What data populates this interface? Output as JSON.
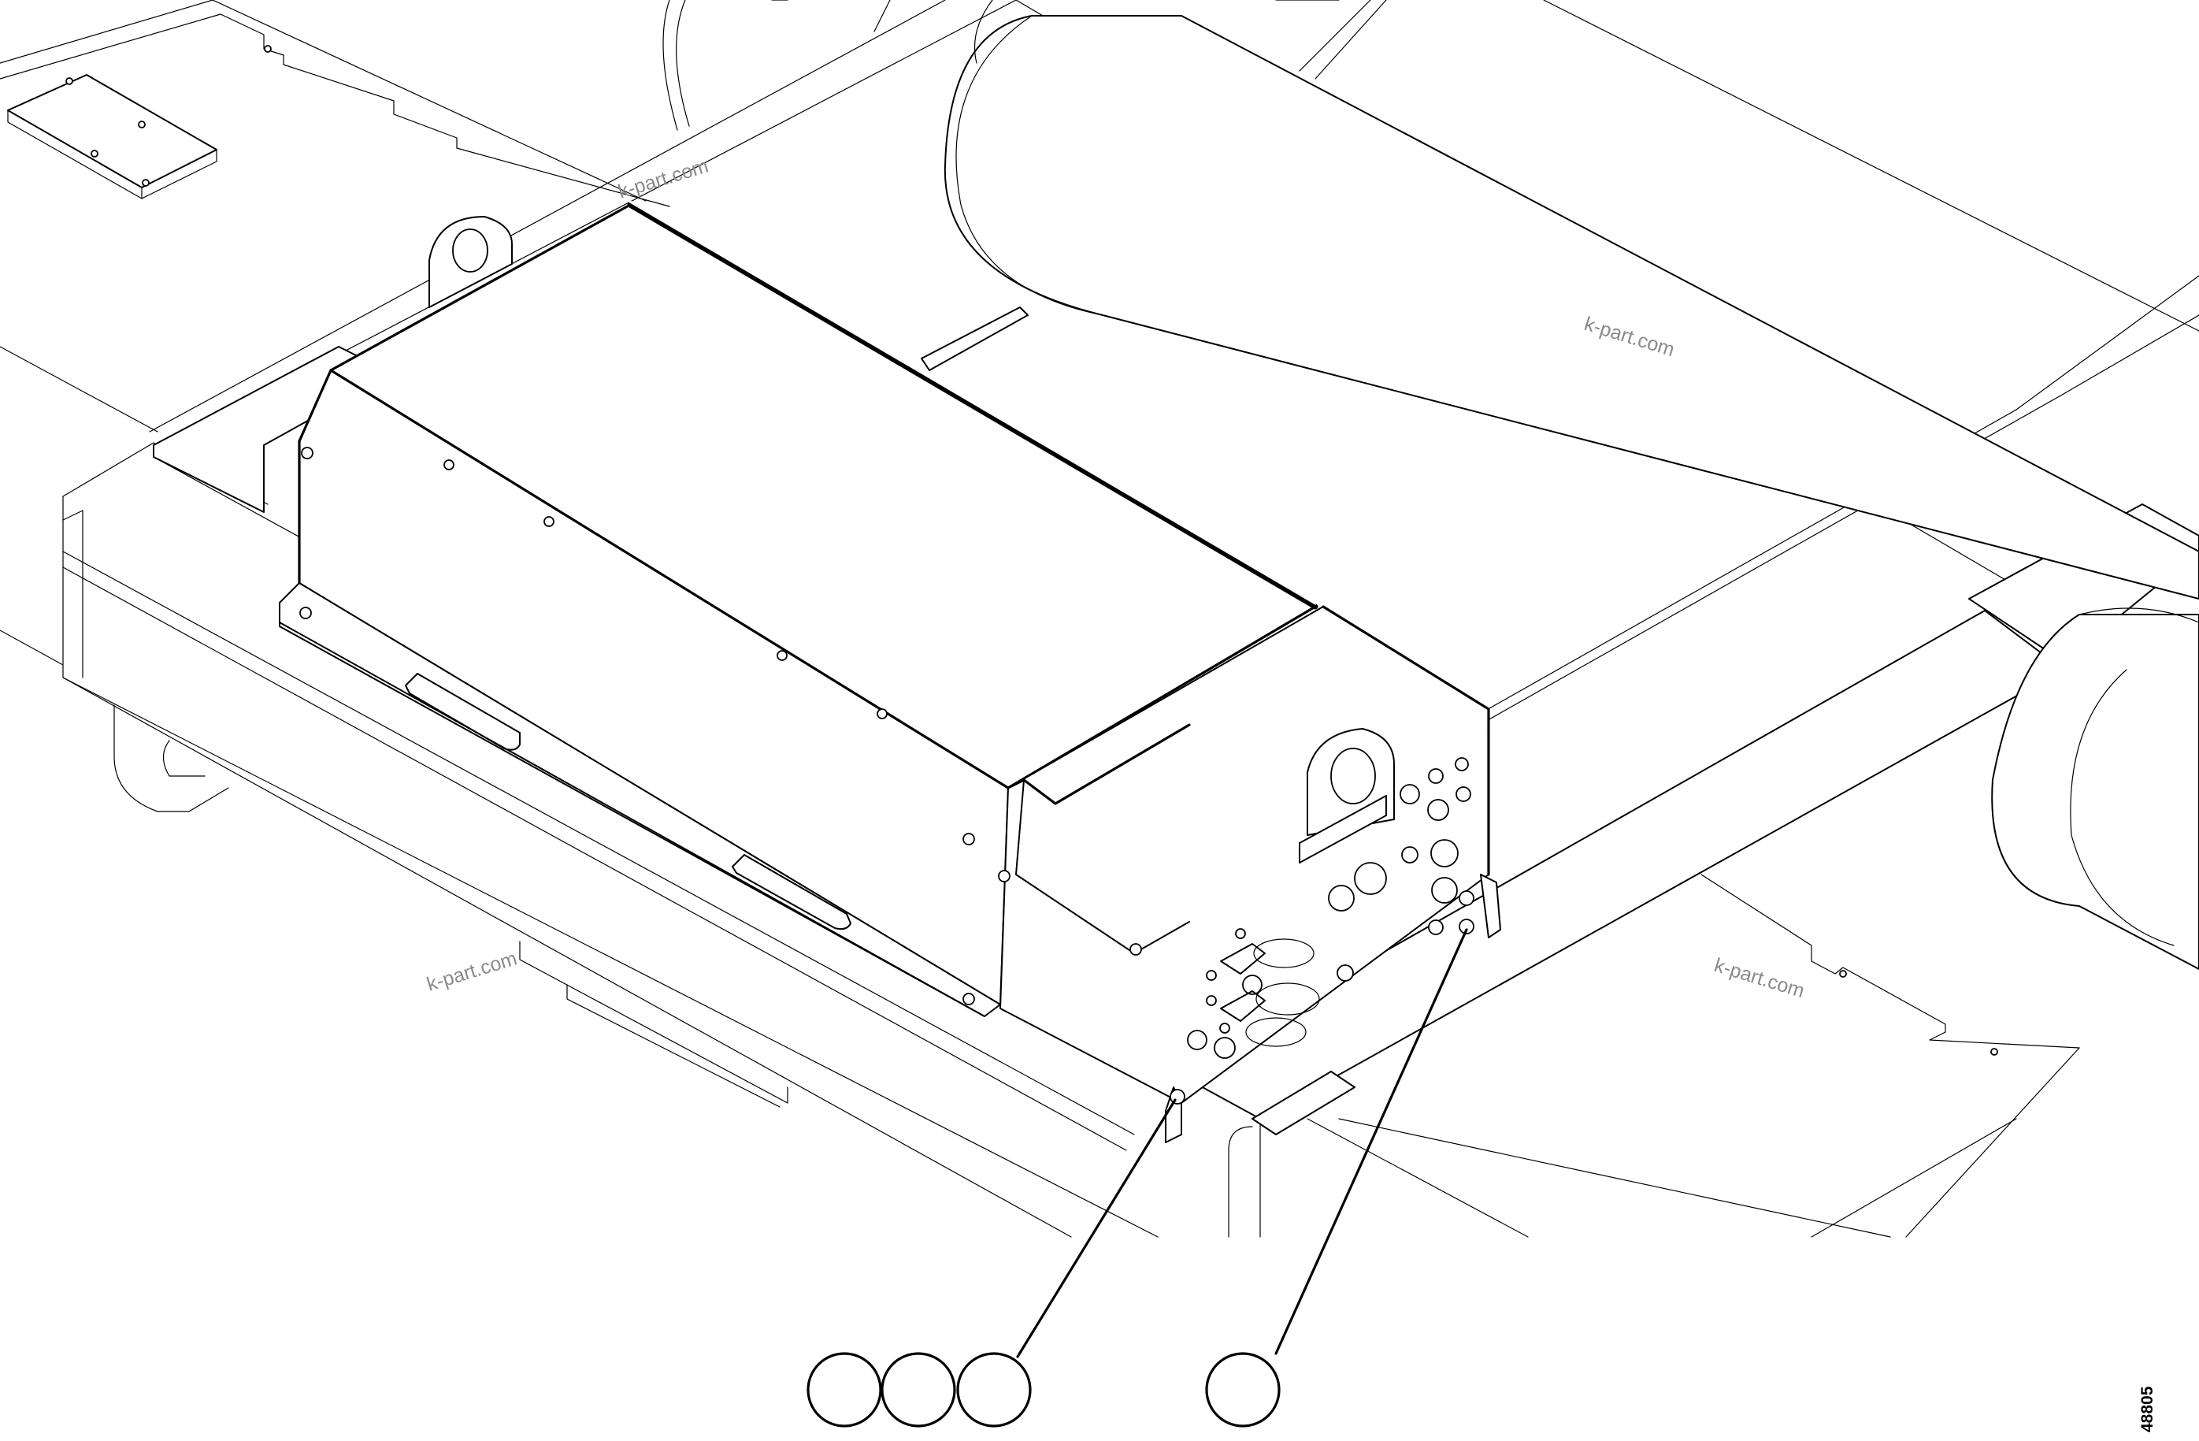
{
  "watermarks": [
    "k-part.com",
    "k-part.com",
    "k-part.com",
    "k-part.com"
  ],
  "figure_number": "48805",
  "callouts": [
    "",
    "",
    "",
    ""
  ],
  "colors": {
    "line": "#000000",
    "watermark": "#8a8a8a",
    "background": "#ffffff"
  }
}
